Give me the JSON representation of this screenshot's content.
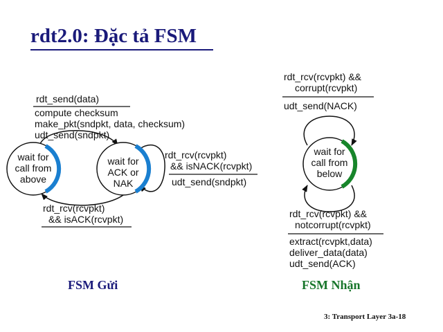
{
  "title": "rdt2.0: Đặc tả FSM",
  "sender": {
    "caption": "FSM Gửi",
    "state_wait_call": [
      "wait for",
      "call from",
      "above"
    ],
    "state_wait_ack": [
      "wait for",
      "ACK or",
      "NAK"
    ],
    "send_event": "rdt_send(data)",
    "send_actions": [
      "compute checksum",
      "make_pkt(sndpkt, data, checksum)",
      "udt_send(sndpkt)"
    ],
    "nak_event": [
      "rdt_rcv(rcvpkt)",
      "&& isNACK(rcvpkt)"
    ],
    "nak_action": "udt_send(sndpkt)",
    "ack_event": [
      "rdt_rcv(rcvpkt)",
      "&& isACK(rcvpkt)"
    ]
  },
  "receiver": {
    "caption": "FSM Nhận",
    "state_wait_below": [
      "wait for",
      "call from",
      "below"
    ],
    "corrupt_event": [
      "rdt_rcv(rcvpkt) &&",
      "corrupt(rcvpkt)"
    ],
    "corrupt_action": "udt_send(NACK)",
    "ok_event": [
      "rdt_rcv(rcvpkt) &&",
      "notcorrupt(rcvpkt)"
    ],
    "ok_actions": [
      "extract(rcvpkt,data)",
      "deliver_data(data)",
      "udt_send(ACK)"
    ]
  },
  "footer": "3: Transport Layer   3a-18",
  "colors": {
    "title": "#1a1a7a",
    "sender_accent": "#1a7fd0",
    "receiver_accent": "#17852a"
  }
}
